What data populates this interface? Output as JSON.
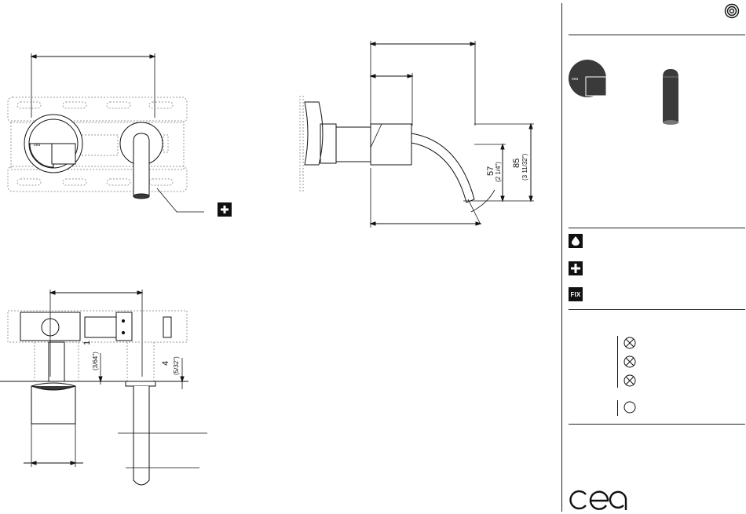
{
  "drawing": {
    "front_view": {
      "plus_badge_icon": "plus-icon"
    },
    "side_view": {
      "dim_57": "57",
      "dim_57_inch": "(2 1/4\")",
      "dim_85": "85",
      "dim_85_inch": "(3 11/32\")"
    },
    "top_view": {
      "dim_1": "1",
      "dim_1_inch": "(3/64\")",
      "dim_4": "4",
      "dim_4_inch": "(5/32\")"
    }
  },
  "sidebar": {
    "corner_icon": "concentric-circles-icon",
    "features": [
      {
        "icon": "water-drop-icon"
      },
      {
        "icon": "plus-icon"
      },
      {
        "label": "FIX"
      }
    ],
    "legend_rows": [
      {
        "icon": "crossed-circle-icon"
      },
      {
        "icon": "crossed-circle-icon"
      },
      {
        "icon": "crossed-circle-icon"
      },
      {
        "icon": "empty-circle-icon"
      }
    ],
    "brand_logo": "cea"
  },
  "colors": {
    "ink": "#111111",
    "finish": "#3a3a3a",
    "dotted": "#9a9a9a",
    "background": "#ffffff"
  }
}
